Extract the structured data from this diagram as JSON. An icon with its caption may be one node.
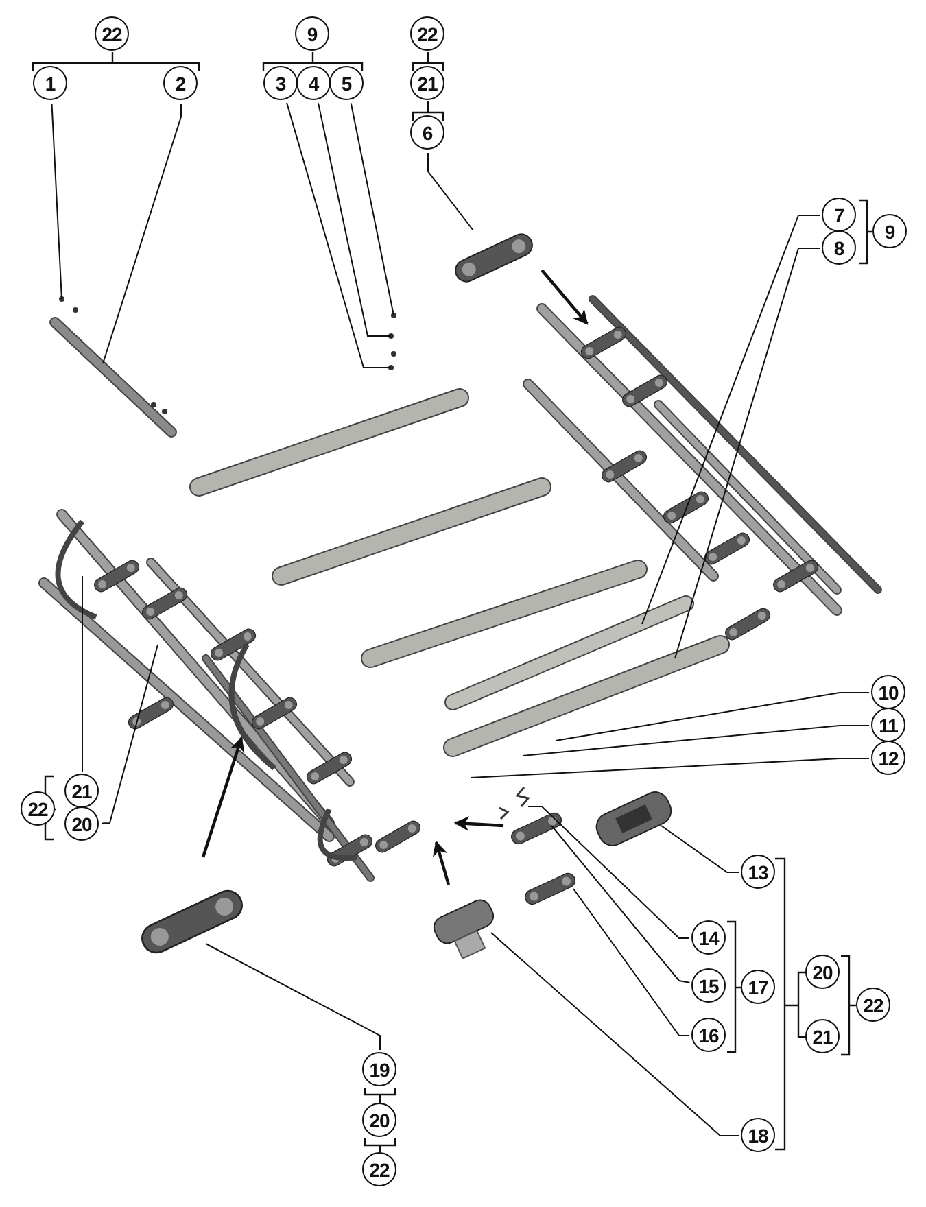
{
  "diagram": {
    "nodes": [
      {
        "text": [
          "22"
        ]
      },
      {
        "text": [
          "1"
        ]
      },
      {
        "text": [
          "2"
        ]
      },
      {
        "text": [
          "9"
        ]
      },
      {
        "text": [
          "3"
        ]
      },
      {
        "text": [
          "4"
        ]
      },
      {
        "text": [
          "5"
        ]
      },
      {
        "text": [
          "22"
        ]
      },
      {
        "text": [
          "21"
        ]
      },
      {
        "text": [
          "6"
        ]
      },
      {
        "text": [
          "7"
        ]
      },
      {
        "text": [
          "8"
        ]
      },
      {
        "text": [
          "9"
        ]
      },
      {
        "text": [
          "10"
        ]
      },
      {
        "text": [
          "11"
        ]
      },
      {
        "text": [
          "12"
        ]
      },
      {
        "text": [
          "13"
        ]
      },
      {
        "text": [
          "14"
        ]
      },
      {
        "text": [
          "15"
        ]
      },
      {
        "text": [
          "17"
        ]
      },
      {
        "text": [
          "16"
        ]
      },
      {
        "text": [
          "20"
        ]
      },
      {
        "text": [
          "21"
        ]
      },
      {
        "text": [
          "22"
        ]
      },
      {
        "text": [
          "18"
        ]
      },
      {
        "text": [
          "22"
        ]
      },
      {
        "text": [
          "21"
        ]
      },
      {
        "text": [
          "20"
        ]
      },
      {
        "text": [
          "19"
        ]
      },
      {
        "text": [
          "20"
        ]
      },
      {
        "text": [
          "22"
        ]
      }
    ],
    "edges": [
      {
        "from": 1,
        "to": null,
        "arrow": "none"
      },
      {
        "from": 2,
        "to": null,
        "arrow": "none"
      },
      {
        "from": 4,
        "to": null,
        "arrow": "none"
      },
      {
        "from": 5,
        "to": null,
        "arrow": "none"
      },
      {
        "from": 6,
        "to": null,
        "arrow": "none"
      },
      {
        "from": 9,
        "to": null,
        "arrow": "none"
      },
      {
        "from": 10,
        "to": null,
        "arrow": "none"
      },
      {
        "from": 11,
        "to": null,
        "arrow": "none"
      },
      {
        "from": 13,
        "to": null,
        "arrow": "none"
      },
      {
        "from": 14,
        "to": null,
        "arrow": "none"
      },
      {
        "from": 15,
        "to": null,
        "arrow": "none"
      },
      {
        "from": 16,
        "to": null,
        "arrow": "none"
      },
      {
        "from": 17,
        "to": null,
        "arrow": "none"
      },
      {
        "from": 18,
        "to": null,
        "arrow": "none"
      },
      {
        "from": 20,
        "to": null,
        "arrow": "none"
      },
      {
        "from": 24,
        "to": null,
        "arrow": "none"
      },
      {
        "from": 28,
        "to": null,
        "arrow": "none"
      },
      {
        "from": 26,
        "to": null,
        "arrow": "none"
      },
      {
        "from": 27,
        "to": null,
        "arrow": "none"
      }
    ]
  }
}
